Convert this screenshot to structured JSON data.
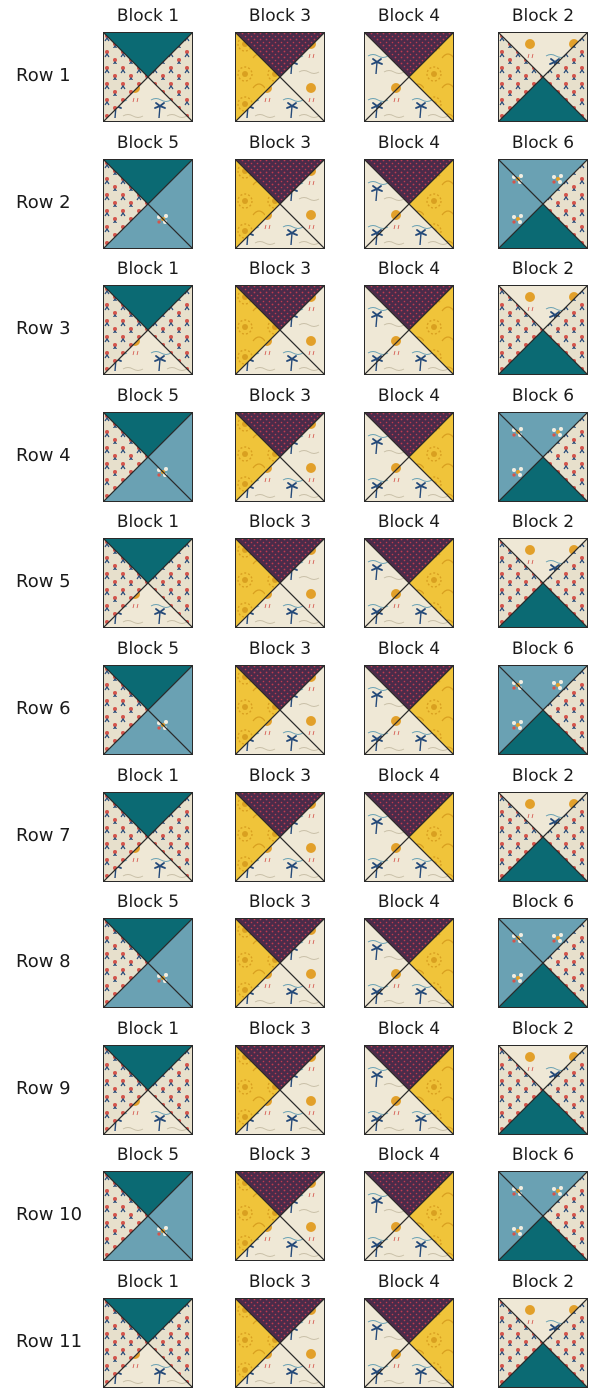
{
  "colors": {
    "teal": "#0b6a73",
    "slate_blue": "#6aa1b3",
    "aubergine": "#4a2b4a",
    "aubergine_dot": "#c23c4f",
    "mustard": "#f0c43a",
    "mustard_detail": "#d9a020",
    "cream": "#efe8d6",
    "palm_navy": "#254a79",
    "sun_orange": "#e2a02a",
    "floral_cream": "#e7e0cc",
    "accent_red": "#d4544b",
    "outline": "#2a2a2a"
  },
  "blocks": {
    "1": {
      "label": "Block 1",
      "top": "teal",
      "right": "floral",
      "bottom": "beach",
      "left": "floral",
      "icon": "hst-teal-top-icon"
    },
    "2": {
      "label": "Block 2",
      "top": "beach",
      "right": "floral",
      "bottom": "teal",
      "left": "floral",
      "icon": "hst-teal-bottom-icon"
    },
    "3": {
      "label": "Block 3",
      "top": "aubergine",
      "right": "beach",
      "bottom": "beach",
      "left": "mustard",
      "icon": "hst-aubergine-top-icon"
    },
    "4": {
      "label": "Block 4",
      "top": "aubergine",
      "right": "mustard",
      "bottom": "beach",
      "left": "beach",
      "icon": "hst-aubergine-top-icon"
    },
    "5": {
      "label": "Block 5",
      "top": "teal",
      "right": "slate",
      "bottom": "slate",
      "left": "floral",
      "icon": "hst-teal-top-icon"
    },
    "6": {
      "label": "Block 6",
      "top": "slate",
      "right": "floral",
      "bottom": "teal",
      "left": "slate",
      "icon": "hst-teal-bottom-icon"
    }
  },
  "rows": [
    {
      "label": "Row 1",
      "blocks": [
        "1",
        "3",
        "4",
        "2"
      ]
    },
    {
      "label": "Row 2",
      "blocks": [
        "5",
        "3",
        "4",
        "6"
      ]
    },
    {
      "label": "Row 3",
      "blocks": [
        "1",
        "3",
        "4",
        "2"
      ]
    },
    {
      "label": "Row 4",
      "blocks": [
        "5",
        "3",
        "4",
        "6"
      ]
    },
    {
      "label": "Row 5",
      "blocks": [
        "1",
        "3",
        "4",
        "2"
      ]
    },
    {
      "label": "Row 6",
      "blocks": [
        "5",
        "3",
        "4",
        "6"
      ]
    },
    {
      "label": "Row 7",
      "blocks": [
        "1",
        "3",
        "4",
        "2"
      ]
    },
    {
      "label": "Row 8",
      "blocks": [
        "5",
        "3",
        "4",
        "6"
      ]
    },
    {
      "label": "Row 9",
      "blocks": [
        "1",
        "3",
        "4",
        "2"
      ]
    },
    {
      "label": "Row 10",
      "blocks": [
        "5",
        "3",
        "4",
        "6"
      ]
    },
    {
      "label": "Row 11",
      "blocks": [
        "1",
        "3",
        "4",
        "2"
      ]
    }
  ]
}
